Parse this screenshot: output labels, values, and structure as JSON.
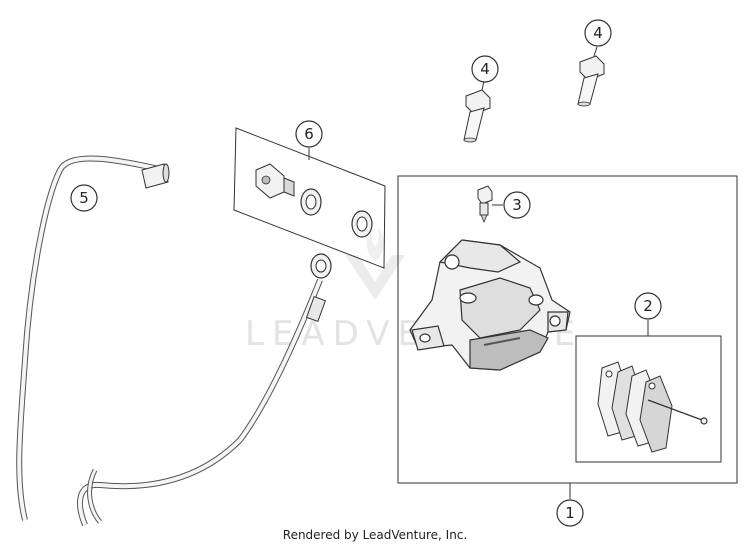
{
  "callouts": [
    {
      "id": "callout-1",
      "label": "1"
    },
    {
      "id": "callout-2",
      "label": "2"
    },
    {
      "id": "callout-3",
      "label": "3"
    },
    {
      "id": "callout-4a",
      "label": "4"
    },
    {
      "id": "callout-4b",
      "label": "4"
    },
    {
      "id": "callout-5",
      "label": "5"
    },
    {
      "id": "callout-6",
      "label": "6"
    }
  ],
  "watermark": {
    "text": "LEADVENTURE"
  },
  "footer": {
    "text": "Rendered by LeadVenture, Inc."
  },
  "colors": {
    "line": "#333333",
    "part_fill": "#f2f2f2",
    "part_shade": "#bdbdbd",
    "watermark": "#e3e3e3"
  }
}
